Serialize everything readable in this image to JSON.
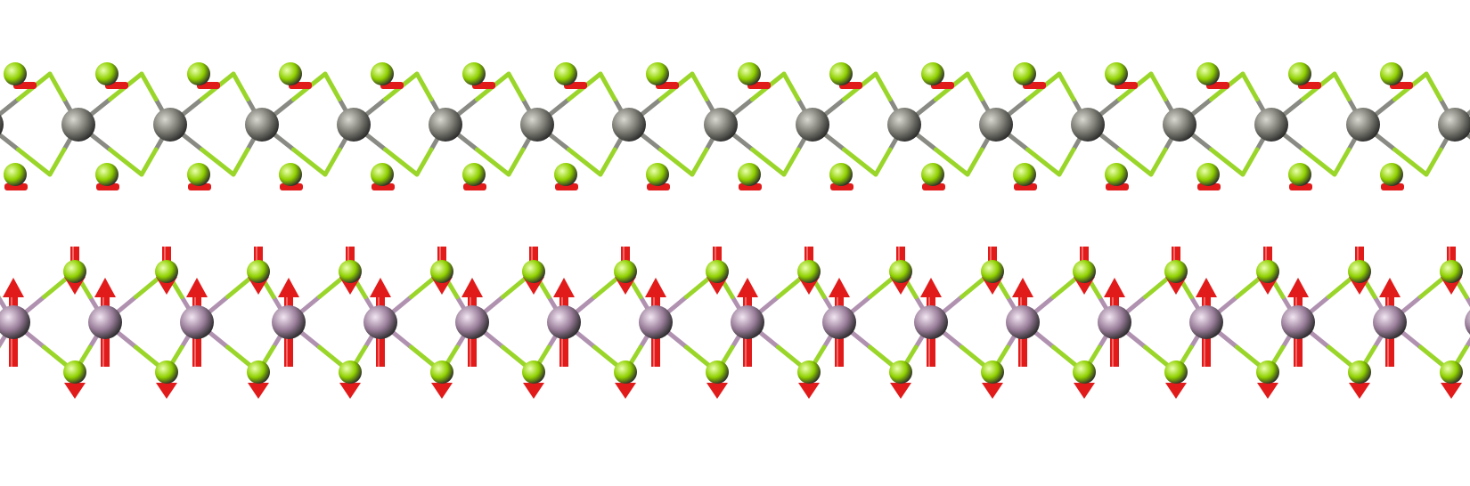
{
  "scene": {
    "type": "atomic-structure-side-view",
    "background_color": "#ffffff",
    "chains": [
      {
        "name": "top-chain",
        "metal_color": "#7c7c74",
        "metal_highlight": "#d8d8d0",
        "halide_color": "#8fd000",
        "halide_highlight": "#eaffb0",
        "bond_metal_color": "#8a8a84",
        "bond_halide_color": "#9ad62a",
        "arrow_color": "#e11a1a",
        "arrows": "small-caps",
        "units_visible": 16
      },
      {
        "name": "bottom-chain",
        "metal_color": "#9a7e9a",
        "metal_highlight": "#f2e6f2",
        "halide_color": "#8fd000",
        "halide_highlight": "#eaffb0",
        "bond_metal_color": "#b092b0",
        "bond_halide_color": "#9ad62a",
        "arrow_color": "#e11a1a",
        "arrows": "displacement-vectors",
        "units_visible": 16
      }
    ]
  }
}
